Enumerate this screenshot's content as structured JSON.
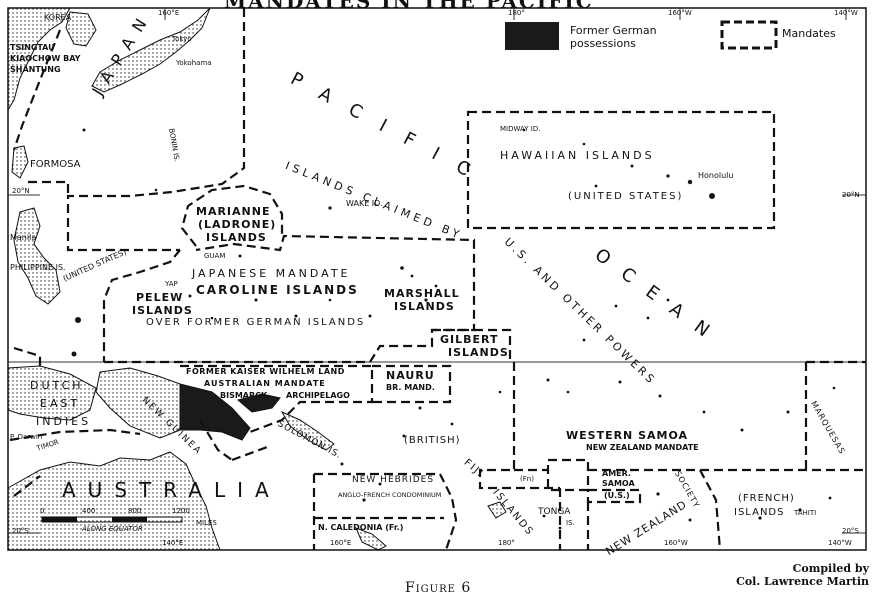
{
  "title": "MANDATES IN THE PACIFIC",
  "legend": {
    "former_german": "Former German possessions",
    "mandates": "Mandates"
  },
  "graticule": {
    "lon_160e": "160°E",
    "lon_180": "180°",
    "lon_160w": "160°W",
    "lon_140w": "140°W",
    "lat_20n_left": "20°N",
    "lat_20n_right": "20°N",
    "lat_20s_left": "20°S",
    "lat_20s_right": "20°S",
    "lon_140e_bottom": "140°E",
    "lon_160e_bottom": "160°E",
    "lon_180_bottom": "180°",
    "lon_160w_bottom": "160°W",
    "lon_140w_bottom": "140°W"
  },
  "places": {
    "korea": "KOREA",
    "tsingtau": "TSINGTAU",
    "kiaochow": "KIAOCHOW BAY",
    "shantung": "SHANTUNG",
    "tokyo": "Tokyo",
    "yokohama": "Yokohama",
    "japan": "JAPAN",
    "bonin": "BONIN IS.",
    "formosa": "FORMOSA",
    "manila": "Manila",
    "philippine": "PHILIPPINE IS.",
    "us_phil": "(UNITED STATES)",
    "marianne": "MARIANNE",
    "ladrone": "(LADRONE)",
    "marianne_islands": "ISLANDS",
    "guam": "GUAM",
    "yap": "YAP",
    "japanese_mandate": "JAPANESE MANDATE",
    "caroline": "CAROLINE ISLANDS",
    "marshall": "MARSHALL",
    "marshall_islands": "ISLANDS",
    "pelew": "PELEW",
    "pelew_islands": "ISLANDS",
    "over_former": "OVER FORMER GERMAN ISLANDS",
    "pacific_islands": "PACIFIC",
    "islands_claimed": "ISLANDS CLAIMED BY",
    "us_and_other": "U.S. AND OTHER POWERS",
    "wake": "WAKE ID.",
    "midway": "MIDWAY ID.",
    "hawaiian": "HAWAIIAN ISLANDS",
    "honolulu": "Honolulu",
    "us_hawaii": "(UNITED STATES)",
    "ocean": "OCEAN",
    "gilbert": "GILBERT",
    "gilbert_islands": "ISLANDS",
    "nauru": "NAURU",
    "nauru_mand": "BR. MAND.",
    "kaiser": "FORMER KAISER WILHELM LAND",
    "australian_mandate": "AUSTRALIAN MANDATE",
    "bismarck": "BISMARCK",
    "archipelago": "ARCHIPELAGO",
    "dutch": "DUTCH",
    "east": "EAST",
    "indies": "INDIES",
    "new_guinea": "NEW GUINEA",
    "timor": "TIMOR",
    "solomon": "SOLOMON IS.",
    "british": "(BRITISH)",
    "fiji": "FIJI",
    "islands_fiji": "ISLANDS",
    "western_samoa": "WESTERN SAMOA",
    "nz_mandate": "NEW ZEALAND MANDATE",
    "amer_samoa": "AMER.",
    "samoa": "SAMOA",
    "us_samoa": "(U.S.)",
    "new_hebrides": "NEW HEBRIDES",
    "anglo_french": "ANGLO-FRENCH CONDOMINIUM",
    "n_caledonia": "N. CALEDONIA (Fr.)",
    "tonga": "TONGA",
    "tonga_is": "IS.",
    "new_zealand": "NEW ZEALAND",
    "society": "SOCIETY",
    "french": "(FRENCH)",
    "french_islands": "ISLANDS",
    "tahiti": "TAHITI",
    "marquesas": "MARQUESAS",
    "australia": "AUSTRALIA",
    "fn": "(Fn)",
    "port_darwin": "P. Darwin"
  },
  "scale": {
    "ticks": [
      "0",
      "400",
      "800",
      "1200"
    ],
    "unit": "MILES",
    "note": "ALONG EQUATOR"
  },
  "caption": "Figure 6",
  "credit_line1": "Compiled by",
  "credit_line2": "Col. Lawrence Martin"
}
